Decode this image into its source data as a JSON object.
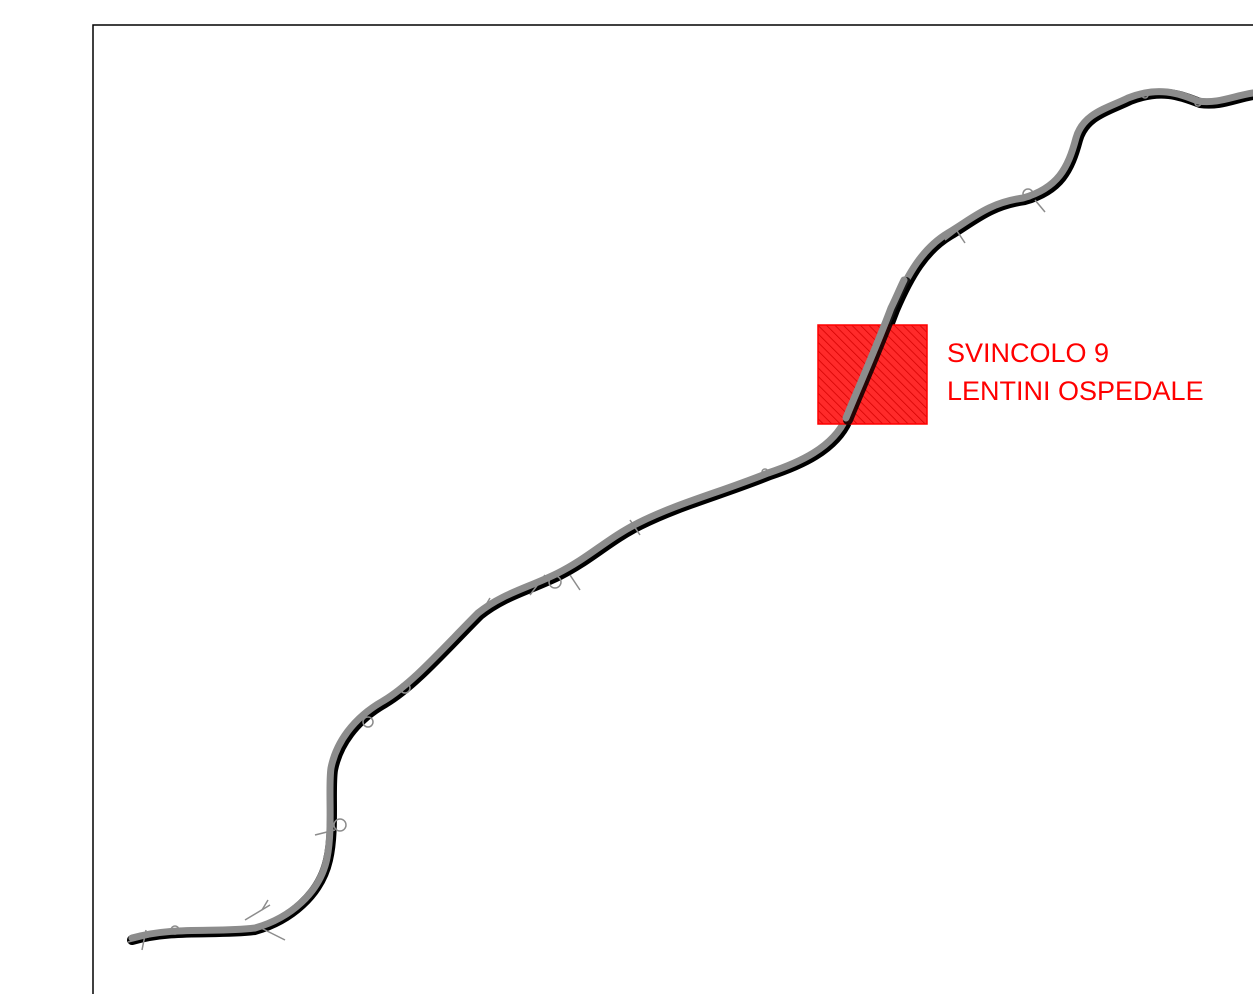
{
  "map": {
    "colors": {
      "background": "#ffffff",
      "frame": "#000000",
      "road_fill": "#8c8c8c",
      "road_edge": "#000000",
      "highlight": "#ff0000",
      "highlight_fill": "#ff2020"
    },
    "icons": [
      "road-symbol",
      "junction-hatched-box"
    ],
    "junction_label": {
      "line1": "SVINCOLO 9",
      "line2": "LENTINI OSPEDALE"
    }
  }
}
